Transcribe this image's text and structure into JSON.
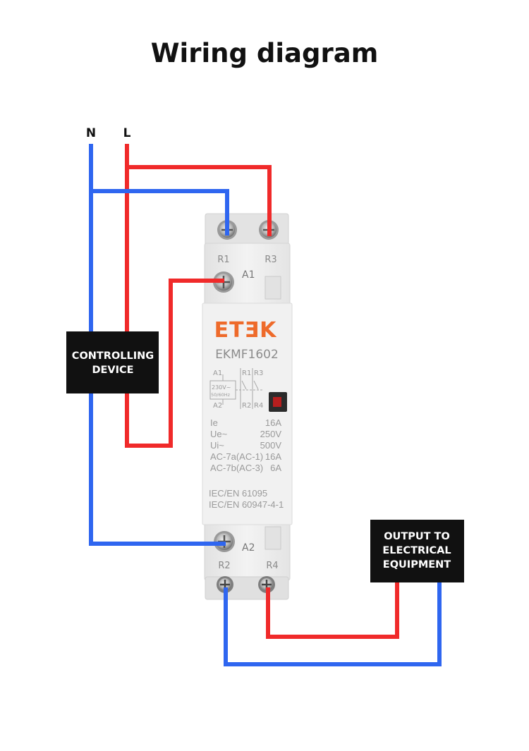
{
  "title": "Wiring diagram",
  "terminals": {
    "neutral": "N",
    "live": "L",
    "r1": "R1",
    "r3": "R3",
    "a1": "A1",
    "a2": "A2",
    "r2": "R2",
    "r4": "R4"
  },
  "device": {
    "brand": "ETƎK",
    "model": "EKMF1602",
    "schematic": {
      "a1": "A1",
      "a2": "A2",
      "r1": "R1",
      "r3": "R3",
      "r2": "R2",
      "r4": "R4",
      "coil_voltage": "230V~",
      "coil_freq": "50/60Hz"
    },
    "specs": [
      {
        "label": "Ie",
        "value": "16A"
      },
      {
        "label": "Ue~",
        "value": "250V"
      },
      {
        "label": "Ui~",
        "value": "500V"
      },
      {
        "label": "AC-7a(AC-1)",
        "value": "16A"
      },
      {
        "label": "AC-7b(AC-3)",
        "value": "6A"
      }
    ],
    "standards": [
      "IEC/EN 61095",
      "IEC/EN 60947-4-1"
    ]
  },
  "boxes": {
    "controlling_device": [
      "CONTROLLING",
      "DEVICE"
    ],
    "output": [
      "OUTPUT TO",
      "ELECTRICAL",
      "EQUIPMENT"
    ]
  },
  "colors": {
    "neutral_wire": "#2f66f0",
    "live_wire": "#f02a2a",
    "box_fill": "#111111",
    "brand": "#ee6a2a",
    "device_body": "#ededed"
  }
}
